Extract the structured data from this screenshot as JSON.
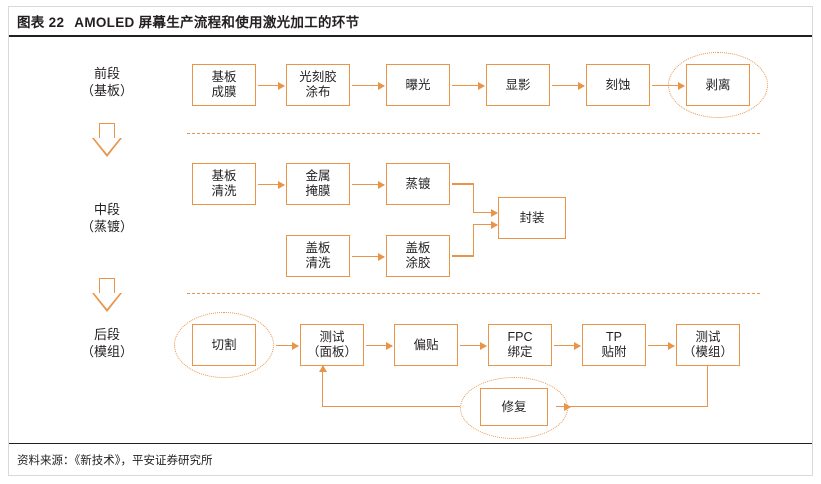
{
  "header": {
    "chart_number": "图表 22",
    "title": "AMOLED 屏幕生产流程和使用激光加工的环节"
  },
  "footer": {
    "source": "资料来源：《新技术》，平安证券研究所"
  },
  "colors": {
    "accent": "#e8954a",
    "text": "#231f20",
    "border": "#d9d9d9"
  },
  "stages": [
    {
      "name": "front",
      "line1": "前段",
      "line2": "（基板）"
    },
    {
      "name": "middle",
      "line1": "中段",
      "line2": "（蒸镀）"
    },
    {
      "name": "back",
      "line1": "后段",
      "line2": "（模组）"
    }
  ],
  "nodes": {
    "front": [
      {
        "id": "substrate-film",
        "line1": "基板",
        "line2": "成膜"
      },
      {
        "id": "photoresist-coat",
        "line1": "光刻胶",
        "line2": "涂布"
      },
      {
        "id": "exposure",
        "line1": "曝光",
        "line2": ""
      },
      {
        "id": "develop",
        "line1": "显影",
        "line2": ""
      },
      {
        "id": "etch",
        "line1": "刻蚀",
        "line2": ""
      },
      {
        "id": "strip",
        "line1": "剥离",
        "line2": ""
      }
    ],
    "middle": [
      {
        "id": "substrate-clean",
        "line1": "基板",
        "line2": "清洗"
      },
      {
        "id": "metal-mask",
        "line1": "金属",
        "line2": "掩膜"
      },
      {
        "id": "evaporation",
        "line1": "蒸镀",
        "line2": ""
      },
      {
        "id": "cover-clean",
        "line1": "盖板",
        "line2": "清洗"
      },
      {
        "id": "cover-glue",
        "line1": "盖板",
        "line2": "涂胶"
      },
      {
        "id": "encapsulation",
        "line1": "封装",
        "line2": ""
      }
    ],
    "back": [
      {
        "id": "cutting",
        "line1": "切割",
        "line2": ""
      },
      {
        "id": "test-panel",
        "line1": "测试",
        "line2": "（面板）"
      },
      {
        "id": "polarizer",
        "line1": "偏贴",
        "line2": ""
      },
      {
        "id": "fpc-bond",
        "line1": "FPC",
        "line2": "绑定"
      },
      {
        "id": "tp-attach",
        "line1": "TP",
        "line2": "贴附"
      },
      {
        "id": "test-module",
        "line1": "测试",
        "line2": "（模组）"
      },
      {
        "id": "repair",
        "line1": "修复",
        "line2": ""
      }
    ]
  },
  "highlights": [
    {
      "id": "highlight-strip",
      "target": "剥离"
    },
    {
      "id": "highlight-cutting",
      "target": "切割"
    },
    {
      "id": "highlight-repair",
      "target": "修复"
    }
  ]
}
